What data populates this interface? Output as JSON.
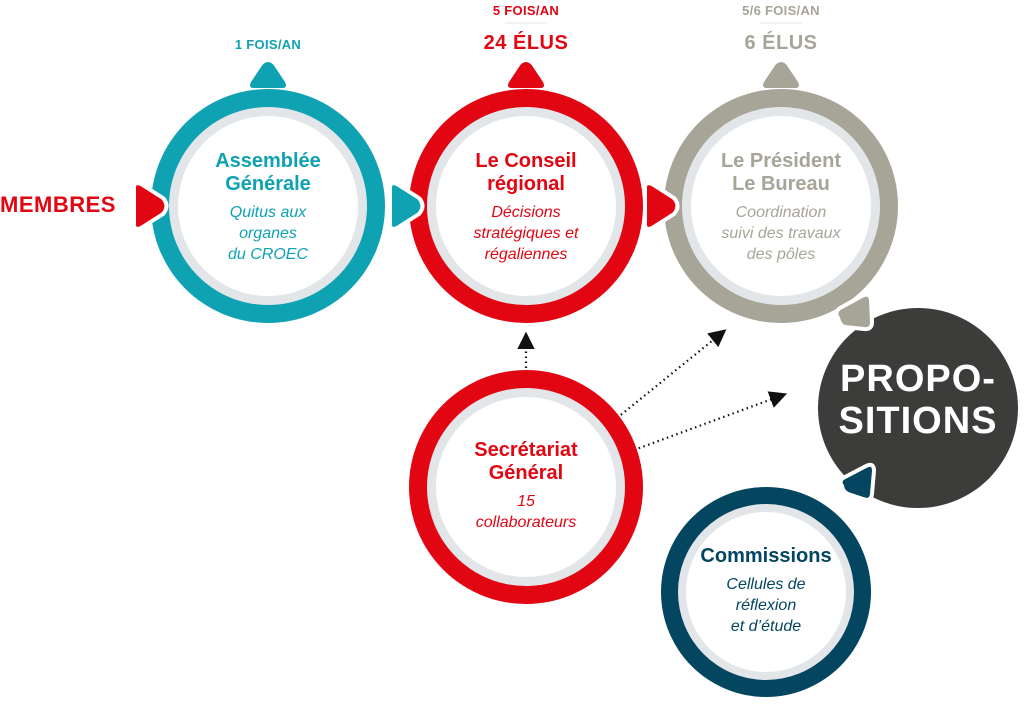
{
  "colors": {
    "teal": "#0fa2b3",
    "red": "#e20613",
    "grey": "#a7a498",
    "navy": "#044660",
    "dark": "#3c3c3b",
    "inner_ring": "#e3e6e8",
    "white": "#ffffff"
  },
  "entry": {
    "label": "MEMBRES"
  },
  "nodes": {
    "assemblee": {
      "frequency": "1 FOIS/AN",
      "title_line1": "Assemblée",
      "title_line2": "Générale",
      "desc_line1": "Quitus aux",
      "desc_line2": "organes",
      "desc_line3": "du CROEC"
    },
    "conseil": {
      "frequency": "5 FOIS/AN",
      "members": "24 ÉLUS",
      "title_line1": "Le Conseil",
      "title_line2": "régional",
      "desc_line1": "Décisions",
      "desc_line2": "stratégiques et",
      "desc_line3": "régaliennes"
    },
    "president": {
      "frequency": "5/6 FOIS/AN",
      "members": "6 ÉLUS",
      "title_line1": "Le Président",
      "title_line2": "Le Bureau",
      "desc_line1": "Coordination",
      "desc_line2": "suivi des travaux",
      "desc_line3": "des pôles"
    },
    "secretariat": {
      "title_line1": "Secrétariat",
      "title_line2": "Général",
      "desc_line1": "15",
      "desc_line2": "collaborateurs"
    },
    "commissions": {
      "title_line1": "Commissions",
      "desc_line1": "Cellules de",
      "desc_line2": "réflexion",
      "desc_line3": "et d’étude"
    },
    "propositions": {
      "line1": "PROPO-",
      "line2": "SITIONS"
    }
  }
}
